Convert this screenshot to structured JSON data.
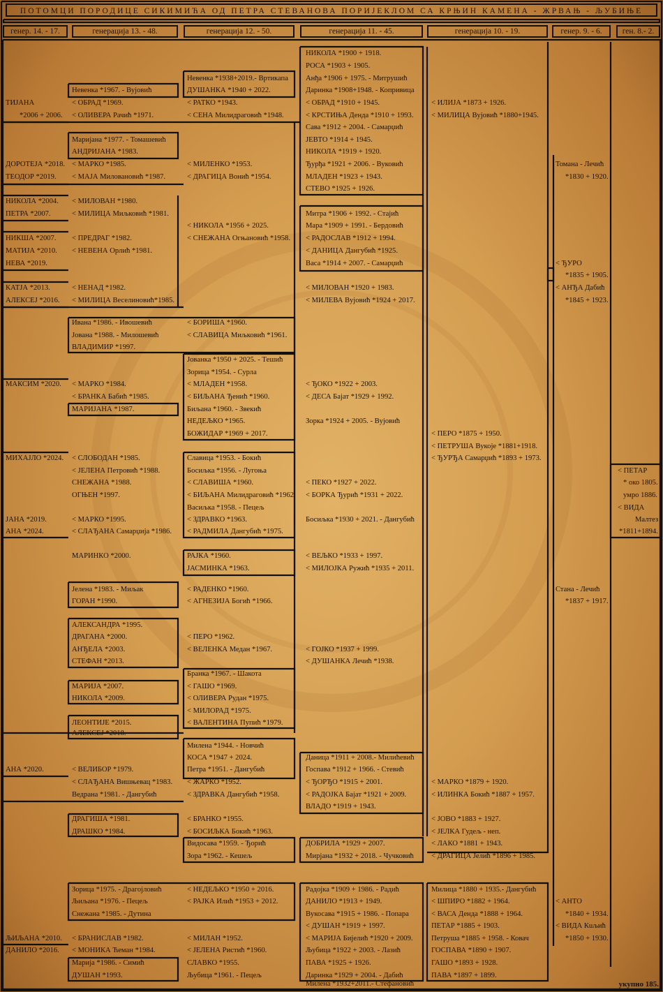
{
  "title": "ПОТОМЦИ ПОРОДИЦЕ СИКИМИЋА ОД ПЕТРА СТЕВАНОВА ПОРИЈЕКЛОМ СА КРЊИН КАМЕНА - ЖРВАЊ - ЉУБИЊЕ",
  "total": "укупно 185.",
  "columns": [
    {
      "header": "генер. 14. - 17.",
      "entries": [
        "ТИЈАНА",
        "*2006 + 2006.",
        "ДОРОТЕЈА *2018.",
        "ТЕОДОР *2019.",
        "НИКОЛА *2004.",
        "ПЕТРА *2007.",
        "НИКША *2007.",
        "МАТИЈА *2010.",
        "НЕВА *2019.",
        "КАТЈА *2013.",
        "АЛЕКСЕЈ *2016.",
        "МАКСИМ *2020.",
        "МИХАЈЛО *2024.",
        "ЈАНА *2019.",
        "АНА *2024.",
        "АНА *2020.",
        "ЉИЉАНА *2010.",
        "ДАНИЛО *2016."
      ]
    },
    {
      "header": "генерација 13. - 48.",
      "entries": [
        "Невенка *1967. - Вујовић",
        "< ОБРАД *1969.",
        "< ОЛИВЕРА Рачић *1971.",
        "Маријана *1977. - Томашевић",
        "АНДРИЈАНА *1983.",
        "< МАРКО *1985.",
        "< МАЈА Миловановић *1987.",
        "< МИЛОВАН *1980.",
        "< МИЛИЦА Миљковић *1981.",
        "< ПРЕДРАГ *1982.",
        "< НЕВЕНА Орлић *1981.",
        "< НЕНАД *1982.",
        "< МИЛИЦА Веселиновић*1985.",
        "Ивана *1986. - Ивошевић",
        "Јована *1988. - Милошевић",
        "ВЛАДИМИР *1997.",
        "< МАРКО *1984.",
        "< БРАНКА Бабић *1985.",
        "МАРИЈАНА *1987.",
        "< СЛОБОДАН *1985.",
        "< ЈЕЛЕНА Петровић *1988.",
        "СНЕЖАНА *1988.",
        "ОГЊЕН *1997.",
        "< МАРКО *1995.",
        "< СЛАЂАНА Самарџија *1986.",
        "МАРИНКО *2000.",
        "Јелена *1983. - Миљак",
        "ГОРАН *1990.",
        "АЛЕКСАНДРА *1995.",
        "ДРАГАНА *2000.",
        "АНЂЕЛА *2003.",
        "СТЕФАН *2013.",
        "МАРИЈА *2007.",
        "НИКОЛА *2009.",
        "ЛЕОНТИЈЕ *2015.",
        "АЛЕКСЕЈ *2018.",
        "< ВЕЛИБОР *1979.",
        "< СЛАЂАНА Вишњевац *1983.",
        "Ведрана *1981. - Дангубић",
        "ДРАГИША *1981.",
        "ДРАШКО *1984.",
        "Зорица *1975. - Драгојловић",
        "Љиљана *1976. - Пецељ",
        "Снежана *1985. - Дутина",
        "< БРАНИСЛАВ *1982.",
        "< МОНИКА Ћеман *1984.",
        "Марија *1986. - Симић",
        "ДУШАН *1993."
      ]
    },
    {
      "header": "генерација 12. - 50.",
      "entries": [
        "Невенка *1938+2019.- Вртикапа",
        "ДУШАНКА *1940 + 2022.",
        "< РАТКО *1943.",
        "< СЕНА Милидраговић *1948.",
        "< МИЛЕНКО *1953.",
        "< ДРАГИЦА Вонић *1954.",
        "< НИКОЛА *1956 + 2025.",
        "< СНЕЖАНА Огњановић *1958.",
        "< БОРИША *1960.",
        "< СЛАВИЦА Миљковић *1961.",
        "Јованка *1950 + 2025. - Тешић",
        "Зорица *1954. - Сурла",
        "< МЛАДЕН *1958.",
        "< БИЉАНА Ђенић *1960.",
        "Биљана *1960. - Звекић",
        "НЕДЕЉКО *1965.",
        "БОЖИДАР *1969 + 2017.",
        "Славица *1953. - Бокић",
        "Босиљка *1956. - Лугоња",
        "< СЛАВИША *1960.",
        "< БИЉАНА Милидраговић *1962.",
        "Васиљка *1958. - Пецељ",
        "< ЗДРАВКО *1963.",
        "< РАДМИЛА Дангубић *1975.",
        "РАЈКА *1960.",
        "ЈАСМИНКА *1963.",
        "< РАДЕНКО *1960.",
        "< АГНЕЗИЈА Богић *1966.",
        "< ПЕРО *1962.",
        "< ВЕЛЕНКА Медан *1967.",
        "Бранка *1967. - Шакота",
        "< ГАШО *1969.",
        "< ОЛИВЕРА Рудан *1975.",
        "< МИЛОРАД *1975.",
        "< ВАЛЕНТИНА Пупић *1979.",
        "Милена *1944. - Новчић",
        "КОСА *1947 + 2024.",
        "Петра *1951. - Дангубић",
        "< ЖАРКО *1952.",
        "< ЗДРАВКА Дангубић *1958.",
        "< БРАНКО *1955.",
        "< БОСИЉКА Бокић *1963.",
        "Видосава *1959. - Ђорић",
        "Зора *1962. - Кешељ",
        "< НЕДЕЉКО *1950 + 2016.",
        "< РАЈКА Илић *1953 + 2012.",
        "< МИЛАН *1952.",
        "< ЈЕЛЕНА Ристић *1960.",
        "СЛАВКО *1955.",
        "Љубица *1961. - Пецељ"
      ]
    },
    {
      "header": "генерација 11. - 45.",
      "entries": [
        "НИКОЛА *1900 + 1918.",
        "РОСА *1903 + 1905.",
        "Анђа *1906 + 1975. - Митрушић",
        "Даринка *1908+1948. - Копривица",
        "< ОБРАД *1910 + 1945.",
        "< КРСТИЊА Денда *1910 + 1993.",
        "Сава *1912 + 2004. - Самарџић",
        "ЈЕВТО *1914 + 1945.",
        "НИКОЛА *1919 + 1920.",
        "Ђурђа *1921 + 2006. - Вуковић",
        "МЛАДЕН *1923 + 1943.",
        "СТЕВО *1925 + 1926.",
        "Митра *1906 + 1992. - Стајић",
        "Мара *1909 + 1991. - Бердовић",
        "< РАДОСЛАВ *1912 + 1994.",
        "< ДАНИЦА Дангубић *1925.",
        "Васа *1914 + 2007. - Самарџић",
        "< МИЛОВАН *1920 + 1983.",
        "< МИЛЕВА Вујовић *1924 + 2017.",
        "< ЂОКО *1922 + 2003.",
        "< ДЕСА Бајат *1929 + 1992.",
        "Зорка *1924 + 2005. - Вујовић",
        "< ПЕКО *1927 + 2022.",
        "< БОРКА Ђурић *1931 + 2022.",
        "Босиљка *1930 + 2021. - Дангубић",
        "< ВЕЉКО *1933 + 1997.",
        "< МИЛОЈКА Ружић *1935 + 2011.",
        "< ГОЈКО *1937 + 1999.",
        "< ДУШАНКА Лечић *1938.",
        "Даница *1911 + 2008.- Милићевић",
        "Госпава *1912 + 1966. - Стевић",
        "< ЂОРЂО *1915 + 2001.",
        "< РАДОЈКА Бајат *1921 + 2009.",
        "ВЛАДО *1919 + 1943.",
        "ДОБРИЛА *1929 + 2007.",
        "Мирјана *1932 + 2018. - Чучковић",
        "Радојка *1909 + 1986. - Радић",
        "ДАНИЛО *1913 + 1949.",
        "Вукосава *1915 + 1986. - Попара",
        "< ДУШАН *1919 + 1997.",
        "< МАРИЈА Бијелић *1920 + 2009.",
        "Љубица *1922 + 2003. - Лазић",
        "ПАВА *1925 + 1926.",
        "Даринка *1929 + 2004. - Дабић",
        "Милена *1932+2011.- Стефановић"
      ]
    },
    {
      "header": "генерација 10. - 19.",
      "entries": [
        "< ИЛИЈА *1873 + 1926.",
        "< МИЛИЦА Вујовић *1880+1945.",
        "< ПЕРО *1875 + 1950.",
        "< ПЕТРУША Вукоје *1881+1918.",
        "< ЂУРЂА Самарџић *1893 + 1973.",
        "< МАРКО *1879 + 1920.",
        "< ИЛИНКА Бокић *1887 + 1957.",
        "< ЈОВО *1883 + 1927.",
        "< ЈЕЛКА Гудељ - неп.",
        "< ЛАКО *1881 + 1943.",
        "< ДРАГИЦА Јелић *1896 + 1985.",
        "Милица *1880 + 1935.- Дангубић",
        "< ШПИРО *1882 + 1964.",
        "< ВАСА Денда *1888 + 1964.",
        "ПЕТАР *1885 + 1903.",
        "Петруша *1885 + 1958. - Ковач",
        "ГОСПАВА *1890 + 1907.",
        "ГАШО *1893 + 1928.",
        "ПАВА *1897 + 1899."
      ]
    },
    {
      "header": "генер. 9. - 6.",
      "entries": [
        "Томана - Лечић",
        "*1830 + 1920.",
        "< ЂУРО",
        "*1835 + 1905.",
        "< АНЂА Дабић",
        "*1845 + 1923.",
        "Стана - Лечић",
        "*1837 + 1917.",
        "< АНТО",
        "*1840 + 1934.",
        "< ВИДА Кuљић",
        "*1850 + 1930."
      ]
    },
    {
      "header": "ген. 8.- 2.",
      "entries": [
        "< ПЕТАР",
        "* око 1805.",
        "умро 1886.",
        "< ВИДА",
        "Малтез",
        "*1811+1894."
      ]
    }
  ]
}
